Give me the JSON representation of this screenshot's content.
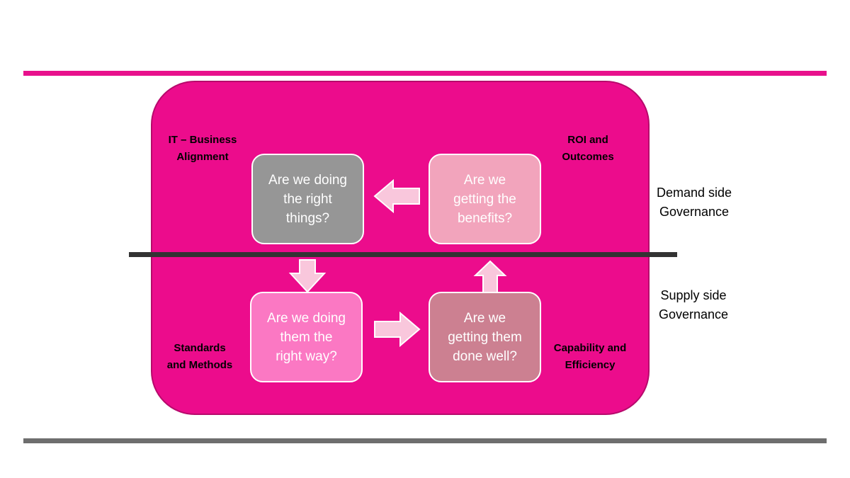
{
  "diagram": {
    "boxes": {
      "top_left": "Are we doing\nthe right\nthings?",
      "top_right": "Are we\ngetting the\nbenefits?",
      "bottom_left": "Are we doing\nthem the\nright way?",
      "bottom_right": "Are we\ngetting them\ndone well?"
    },
    "corner_labels": {
      "top_left": "IT – Business\nAlignment",
      "top_right": "ROI and\nOutcomes",
      "bottom_left": "Standards\nand Methods",
      "bottom_right": "Capability  and\nEfficiency"
    },
    "side_labels": {
      "demand": "Demand side\nGovernance",
      "supply": "Supply side\nGovernance"
    },
    "colors": {
      "accent": "#ec0c8c",
      "top_rule": "#e8118c",
      "bottom_rule": "#6e6e6e",
      "divider": "#333333",
      "box_gray": "#969696",
      "box_light_pink": "#f2a4bc",
      "box_pink": "#fb78c3",
      "box_mauve": "#cc8091",
      "arrow_fill": "#f9c7dc"
    },
    "arrows": [
      "arrow-left",
      "arrow-down",
      "arrow-right",
      "arrow-up"
    ]
  }
}
